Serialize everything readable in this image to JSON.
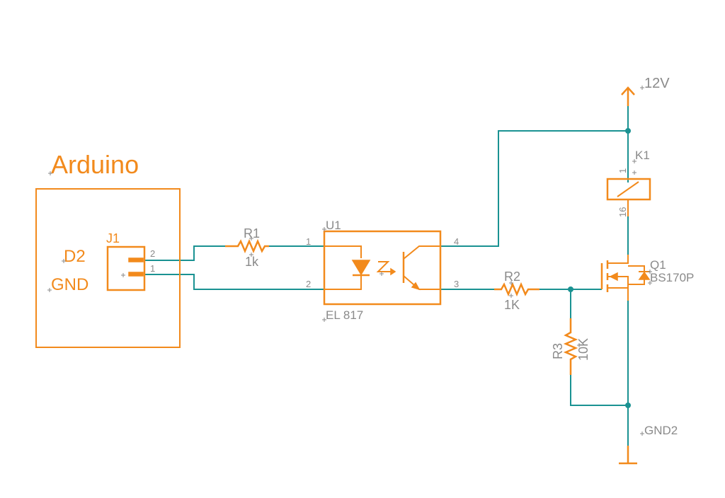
{
  "arduino": {
    "title": "Arduino",
    "pin_d2": "D2",
    "pin_gnd": "GND"
  },
  "j1": {
    "ref": "J1",
    "pin2": "2",
    "pin1": "1"
  },
  "r1": {
    "ref": "R1",
    "value": "1k"
  },
  "u1": {
    "ref": "U1",
    "part": "EL 817",
    "pin1": "1",
    "pin2": "2",
    "pin3": "3",
    "pin4": "4"
  },
  "r2": {
    "ref": "R2",
    "value": "1K"
  },
  "r3": {
    "ref": "R3",
    "value": "10K"
  },
  "k1": {
    "ref": "K1",
    "pin1": "1",
    "pin16": "16"
  },
  "q1": {
    "ref": "Q1",
    "part": "BS170P"
  },
  "power": {
    "vcc": "12V",
    "gnd": "GND2"
  },
  "colors": {
    "wire": "#1a9292",
    "symbol": "#f28a1c",
    "label": "#8a8a8a"
  }
}
